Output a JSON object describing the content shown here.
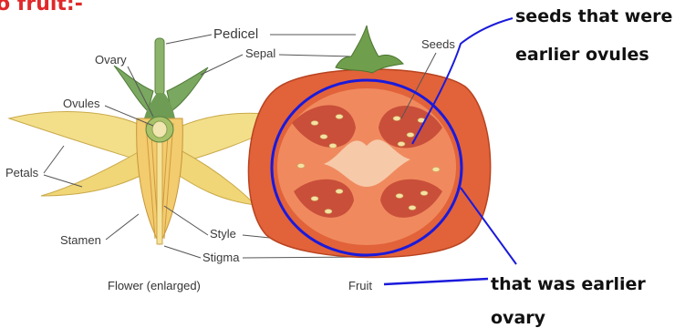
{
  "heading": "o fruit:-",
  "labels": {
    "pedicel": "Pedicel",
    "ovary": "Ovary",
    "sepal": "Sepal",
    "ovules": "Ovules",
    "petals": "Petals",
    "stamen": "Stamen",
    "style": "Style",
    "stigma": "Stigma",
    "seeds": "Seeds",
    "fruit": "Fruit"
  },
  "captions": {
    "flower": "Flower (enlarged)"
  },
  "annotations": {
    "seeds_line1": "seeds that were",
    "seeds_line2": "earlier ovules",
    "ovary_line1": "that was earlier",
    "ovary_line2": "ovary"
  },
  "colors": {
    "heading": "#e0282a",
    "annotation_ink": "#1a1adb",
    "tomato": "#e2623a",
    "petal": "#f3df8a",
    "sepal": "#7aa860"
  }
}
